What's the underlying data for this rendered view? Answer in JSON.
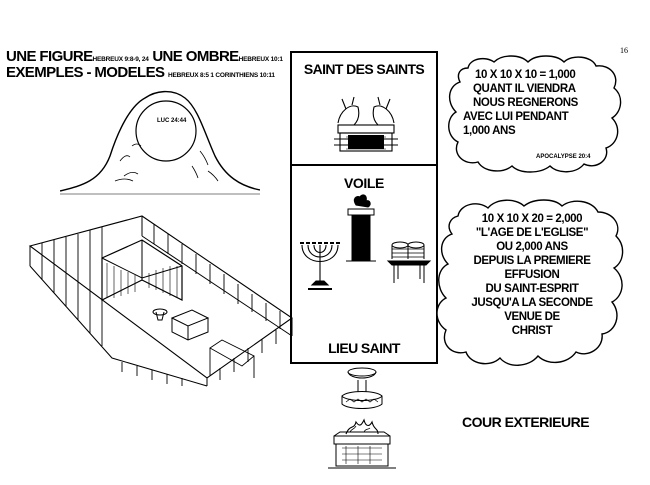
{
  "page_number": "16",
  "heading": {
    "figure": "UNE FIGURE",
    "figure_ref": "HEBREUX 9:8-9, 24",
    "ombre": "UNE OMBRE",
    "ombre_ref": "HEBREUX 10:1",
    "exemples": "EXEMPLES - MODELES",
    "exemples_ref": "HEBREUX 8:5  1 CORINTHIENS 10:11"
  },
  "mountain_label": "LUC 24:44",
  "sanctuary": {
    "holy_of_holies": "SAINT DES SAINTS",
    "veil": "VOILE",
    "holy_place": "LIEU SAINT"
  },
  "cloud1": {
    "lines": [
      "10 X 10 X 10  =  1,000",
      "QUANT IL VIENDRA",
      "NOUS REGNERONS",
      "AVEC LUI PENDANT",
      "1,000 ANS"
    ],
    "ref": "APOCALYPSE 20:4"
  },
  "cloud2": {
    "lines": [
      "10 X 10 X 20  =  2,000",
      "\"L'AGE DE L'EGLISE\"",
      "OU 2,000 ANS",
      "DEPUIS LA PREMIERE",
      "EFFUSION",
      "DU SAINT-ESPRIT",
      "JUSQU'A LA SECONDE",
      "VENUE DE",
      "CHRIST"
    ]
  },
  "court": "COUR EXTERIEURE",
  "icons": [
    "mountain-icon",
    "tabernacle-camp-icon",
    "ark-of-covenant-icon",
    "altar-of-incense-icon",
    "menorah-icon",
    "showbread-table-icon",
    "laver-icon",
    "brazen-altar-icon"
  ]
}
